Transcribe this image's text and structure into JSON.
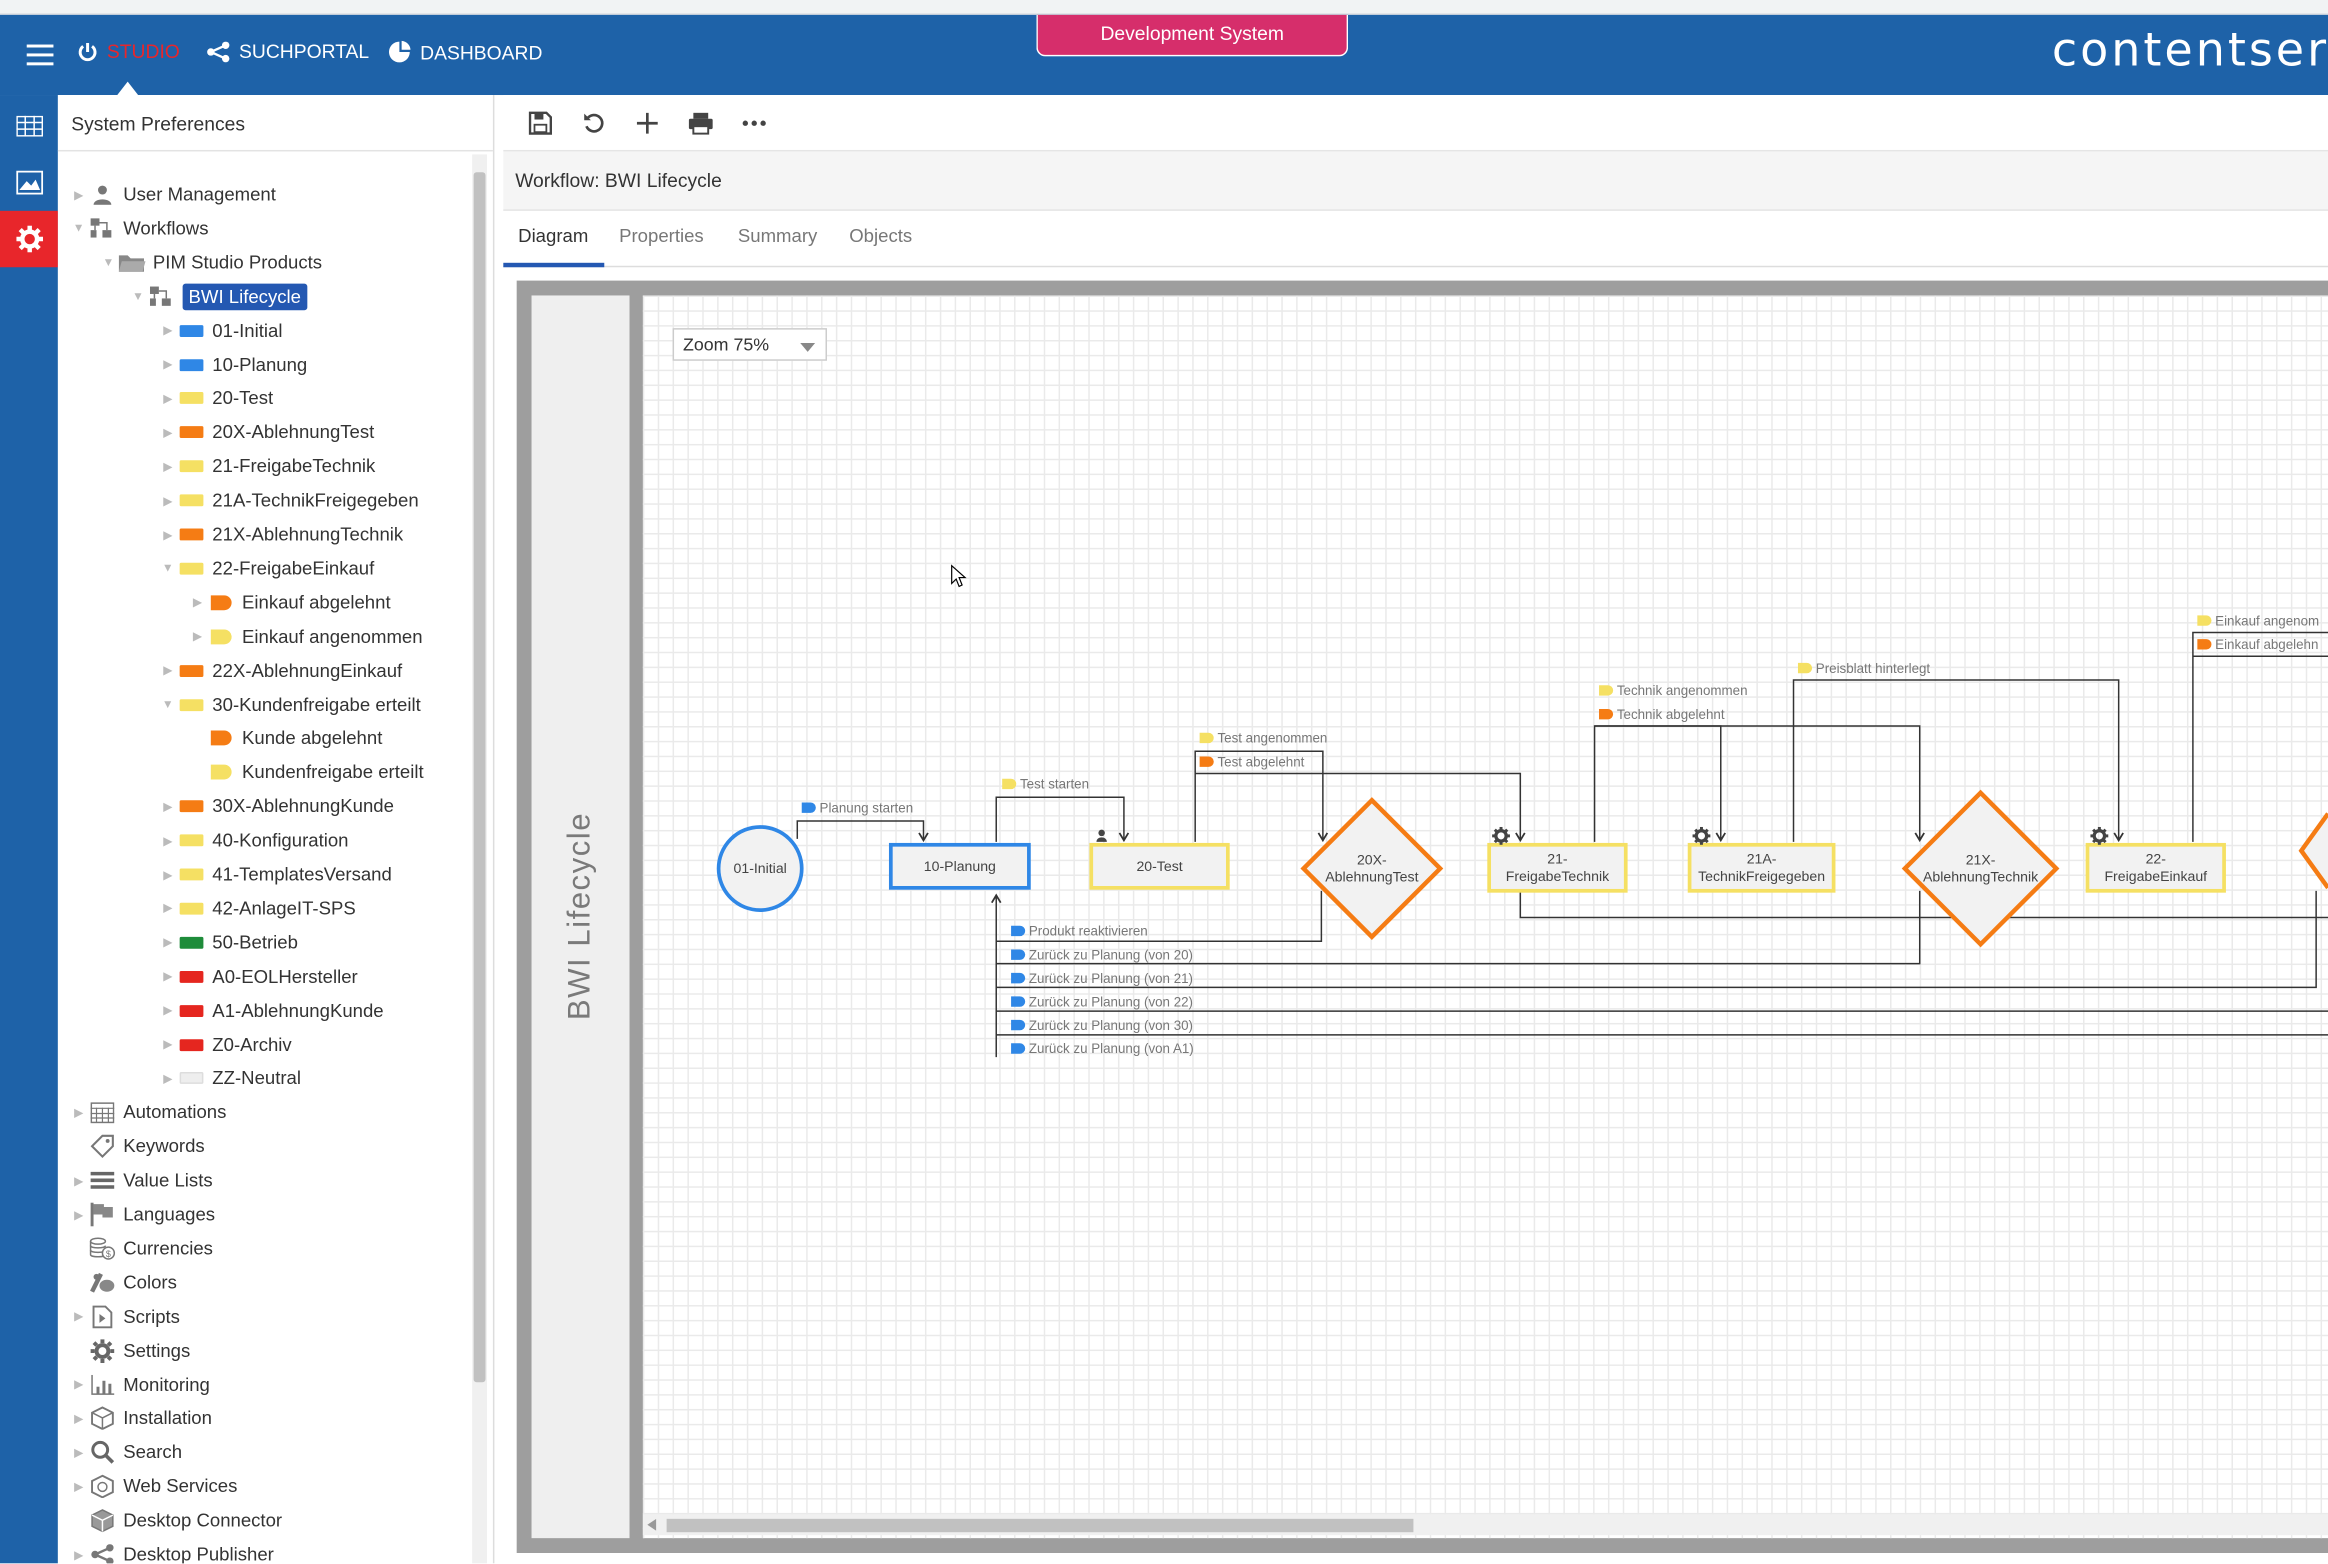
{
  "header": {
    "nav": [
      {
        "label": "STUDIO",
        "icon": "power-icon"
      },
      {
        "label": "SUCHPORTAL",
        "icon": "share-icon"
      },
      {
        "label": "DASHBOARD",
        "icon": "pie-chart-icon"
      }
    ],
    "env_badge": "Development System",
    "brand": "contentser"
  },
  "sidebar": {
    "title": "System Preferences",
    "tree": [
      {
        "label": "User Management",
        "icon": "user-icon",
        "level": 0,
        "expander": "collapsed"
      },
      {
        "label": "Workflows",
        "icon": "workflow-icon",
        "level": 0,
        "expander": "expanded"
      },
      {
        "label": "PIM Studio Products",
        "icon": "folder-icon",
        "level": 1,
        "expander": "expanded"
      },
      {
        "label": "BWI Lifecycle",
        "icon": "workflow-icon",
        "level": 2,
        "expander": "expanded",
        "selected": true
      },
      {
        "label": "01-Initial",
        "color": "#2f87e6",
        "level": 3,
        "expander": "collapsed"
      },
      {
        "label": "10-Planung",
        "color": "#2f87e6",
        "level": 3,
        "expander": "collapsed"
      },
      {
        "label": "20-Test",
        "color": "#f5e063",
        "level": 3,
        "expander": "collapsed"
      },
      {
        "label": "20X-AblehnungTest",
        "color": "#f57c14",
        "level": 3,
        "expander": "collapsed"
      },
      {
        "label": "21-FreigabeTechnik",
        "color": "#f5e063",
        "level": 3,
        "expander": "collapsed"
      },
      {
        "label": "21A-TechnikFreigegeben",
        "color": "#f5e063",
        "level": 3,
        "expander": "collapsed"
      },
      {
        "label": "21X-AblehnungTechnik",
        "color": "#f57c14",
        "level": 3,
        "expander": "collapsed"
      },
      {
        "label": "22-FreigabeEinkauf",
        "color": "#f5e063",
        "level": 3,
        "expander": "expanded"
      },
      {
        "label": "Einkauf abgelehnt",
        "flag": "#f57c14",
        "level": 4,
        "expander": "collapsed"
      },
      {
        "label": "Einkauf angenommen",
        "flag": "#f5e063",
        "level": 4,
        "expander": "collapsed"
      },
      {
        "label": "22X-AblehnungEinkauf",
        "color": "#f57c14",
        "level": 3,
        "expander": "collapsed"
      },
      {
        "label": "30-Kundenfreigabe erteilt",
        "color": "#f5e063",
        "level": 3,
        "expander": "expanded"
      },
      {
        "label": "Kunde abgelehnt",
        "flag": "#f57c14",
        "level": 4,
        "expander": "none"
      },
      {
        "label": "Kundenfreigabe erteilt",
        "flag": "#f5e063",
        "level": 4,
        "expander": "none"
      },
      {
        "label": "30X-AblehnungKunde",
        "color": "#f57c14",
        "level": 3,
        "expander": "collapsed"
      },
      {
        "label": "40-Konfiguration",
        "color": "#f5e063",
        "level": 3,
        "expander": "collapsed"
      },
      {
        "label": "41-TemplatesVersand",
        "color": "#f5e063",
        "level": 3,
        "expander": "collapsed"
      },
      {
        "label": "42-AnlageIT-SPS",
        "color": "#f5e063",
        "level": 3,
        "expander": "collapsed"
      },
      {
        "label": "50-Betrieb",
        "color": "#1e8c3a",
        "level": 3,
        "expander": "collapsed"
      },
      {
        "label": "A0-EOLHersteller",
        "color": "#e5261f",
        "level": 3,
        "expander": "collapsed"
      },
      {
        "label": "A1-AblehnungKunde",
        "color": "#e5261f",
        "level": 3,
        "expander": "collapsed"
      },
      {
        "label": "Z0-Archiv",
        "color": "#e5261f",
        "level": 3,
        "expander": "collapsed"
      },
      {
        "label": "ZZ-Neutral",
        "color": "#eeeeee",
        "level": 3,
        "expander": "collapsed"
      },
      {
        "label": "Automations",
        "icon": "calendar-icon",
        "level": 0,
        "expander": "collapsed"
      },
      {
        "label": "Keywords",
        "icon": "tag-icon",
        "level": 0,
        "expander": "none"
      },
      {
        "label": "Value Lists",
        "icon": "list-icon",
        "level": 0,
        "expander": "collapsed"
      },
      {
        "label": "Languages",
        "icon": "flag-icon",
        "level": 0,
        "expander": "collapsed"
      },
      {
        "label": "Currencies",
        "icon": "currency-icon",
        "level": 0,
        "expander": "none"
      },
      {
        "label": "Colors",
        "icon": "palette-icon",
        "level": 0,
        "expander": "none"
      },
      {
        "label": "Scripts",
        "icon": "script-icon",
        "level": 0,
        "expander": "collapsed"
      },
      {
        "label": "Settings",
        "icon": "gear-icon",
        "level": 0,
        "expander": "none"
      },
      {
        "label": "Monitoring",
        "icon": "bar-chart-icon",
        "level": 0,
        "expander": "collapsed"
      },
      {
        "label": "Installation",
        "icon": "package-icon",
        "level": 0,
        "expander": "collapsed"
      },
      {
        "label": "Search",
        "icon": "search-icon",
        "level": 0,
        "expander": "collapsed"
      },
      {
        "label": "Web Services",
        "icon": "globe-cube-icon",
        "level": 0,
        "expander": "collapsed"
      },
      {
        "label": "Desktop Connector",
        "icon": "cube-icon",
        "level": 0,
        "expander": "none"
      },
      {
        "label": "Desktop Publisher",
        "icon": "share-icon",
        "level": 0,
        "expander": "collapsed"
      }
    ]
  },
  "toolbar": {
    "buttons": [
      "save-icon",
      "refresh-icon",
      "plus-icon",
      "print-icon",
      "more-icon"
    ]
  },
  "workflow_title": "Workflow: BWI Lifecycle",
  "tabs": [
    "Diagram",
    "Properties",
    "Summary",
    "Objects"
  ],
  "diagram": {
    "lane_label": "BWI Lifecycle",
    "zoom": "Zoom 75%",
    "states": [
      {
        "id": "s01",
        "kind": "circle",
        "lines": [
          "01-Initial"
        ],
        "color": "#2f87e6"
      },
      {
        "id": "s10",
        "kind": "rect",
        "lines": [
          "10-Planung"
        ],
        "color": "#2f87e6"
      },
      {
        "id": "s20",
        "kind": "rect",
        "lines": [
          "20-Test"
        ],
        "color": "#f5e063"
      },
      {
        "id": "s20x",
        "kind": "diamond",
        "lines": [
          "20X-",
          "AblehnungTest"
        ],
        "color": "#f57c14"
      },
      {
        "id": "s21",
        "kind": "rect",
        "lines": [
          "21-",
          "FreigabeTechnik"
        ],
        "color": "#f5e063"
      },
      {
        "id": "s21a",
        "kind": "rect",
        "lines": [
          "21A-",
          "TechnikFreigegeben"
        ],
        "color": "#f5e063"
      },
      {
        "id": "s21x",
        "kind": "diamond",
        "lines": [
          "21X-",
          "AblehnungTechnik"
        ],
        "color": "#f57c14"
      },
      {
        "id": "s22",
        "kind": "rect",
        "lines": [
          "22-",
          "FreigabeEinkauf"
        ],
        "color": "#f5e063"
      }
    ],
    "transitions": [
      {
        "label": "Planung starten",
        "color": "#2f87e6"
      },
      {
        "label": "Test starten",
        "color": "#f5e063"
      },
      {
        "label": "Test angenommen",
        "color": "#f5e063"
      },
      {
        "label": "Test abgelehnt",
        "color": "#f57c14"
      },
      {
        "label": "Technik angenommen",
        "color": "#f5e063"
      },
      {
        "label": "Technik abgelehnt",
        "color": "#f57c14"
      },
      {
        "label": "Preisblatt hinterlegt",
        "color": "#f5e063"
      },
      {
        "label": "Einkauf angenom",
        "color": "#f5e063"
      },
      {
        "label": "Einkauf abgelehn",
        "color": "#f57c14"
      },
      {
        "label": "Produkt reaktivieren",
        "color": "#2f87e6"
      },
      {
        "label": "Zurück zu Planung (von 20)",
        "color": "#2f87e6"
      },
      {
        "label": "Zurück zu Planung (von 21)",
        "color": "#2f87e6"
      },
      {
        "label": "Zurück zu Planung (von 22)",
        "color": "#2f87e6"
      },
      {
        "label": "Zurück zu Planung (von 30)",
        "color": "#2f87e6"
      },
      {
        "label": "Zurück zu Planung (von A1)",
        "color": "#2f87e6"
      }
    ]
  }
}
